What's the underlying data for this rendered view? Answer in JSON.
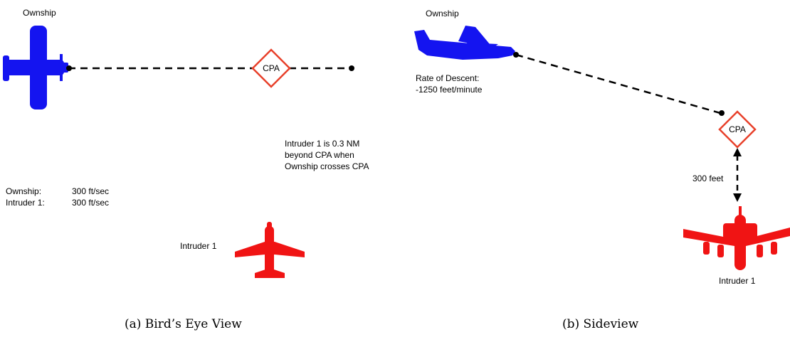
{
  "panel_a": {
    "ownship_label": "Ownship",
    "cpa_label": "CPA",
    "intruder_note": [
      "Intruder 1 is 0.3 NM",
      "beyond CPA when",
      "Ownship crosses CPA"
    ],
    "speeds": [
      {
        "name": "Ownship:",
        "value": "300 ft/sec"
      },
      {
        "name": "Intruder 1:",
        "value": "300 ft/sec"
      }
    ],
    "intruder_label": "Intruder 1",
    "caption": "(a) Bird’s Eye View"
  },
  "panel_b": {
    "ownship_label": "Ownship",
    "rate_title": "Rate of Descent:",
    "rate_value": "-1250 feet/minute",
    "cpa_label": "CPA",
    "separation_label": "300  feet",
    "intruder_label": "Intruder 1",
    "caption": "(b) Sideview"
  },
  "colors": {
    "ownship": "#1414f0",
    "intruder": "#f01414",
    "cpa_border": "#e8402a"
  }
}
